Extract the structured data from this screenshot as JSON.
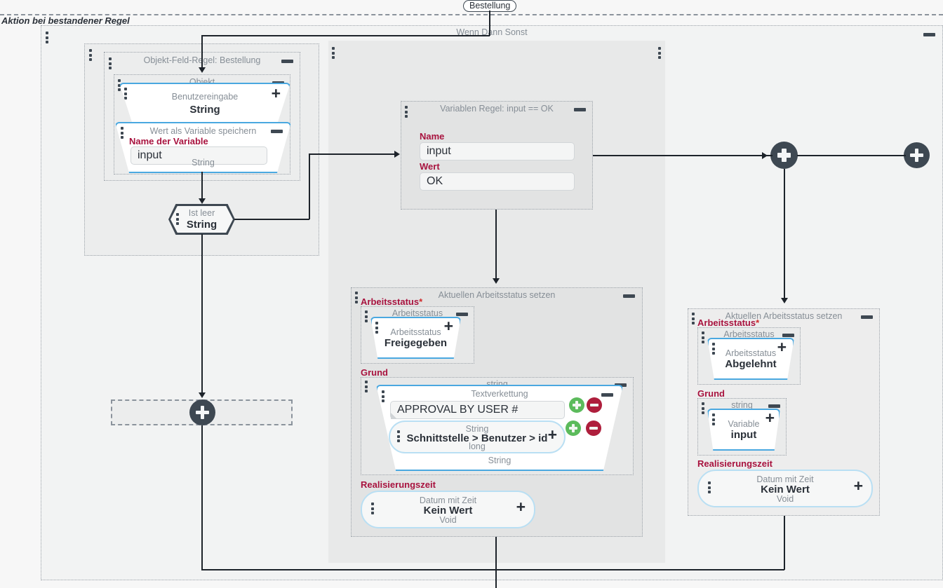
{
  "diagram": {
    "top_chip": "Bestellung",
    "rule_section_label": "Aktion bei bestandener Regel",
    "if_then_else_label": "Wenn Dann Sonst"
  },
  "left_branch": {
    "object_field_rule": {
      "title": "Objekt-Feld-Regel: Bestellung",
      "objekt_group": {
        "title": "Objekt",
        "user_input_block": {
          "sub": "Benutzereingabe",
          "main": "String"
        },
        "store_variable_block": {
          "title": "Wert als Variable speichern",
          "field_label": "Name der Variable",
          "field_value": "input",
          "footer": "String"
        }
      }
    },
    "is_empty_node": {
      "sub": "Ist leer",
      "main": "String"
    },
    "empty_drop_zone": {
      "icon": "plus-icon"
    }
  },
  "variable_rule": {
    "title": "Variablen Regel: input == OK",
    "name_label": "Name",
    "name_value": "input",
    "value_label": "Wert",
    "value_value": "OK"
  },
  "then_action": {
    "title": "Aktuellen Arbeitsstatus setzen",
    "status_label": "Arbeitsstatus",
    "status_required": "*",
    "status_group_title": "Arbeitsstatus",
    "status_block": {
      "sub": "Arbeitsstatus",
      "main": "Freigegeben"
    },
    "reason_label": "Grund",
    "reason_group_title": "string",
    "concat": {
      "title": "Textverkettung",
      "text_value": "APPROVAL BY USER #",
      "operand": {
        "sub": "String",
        "main": "Schnittstelle > Benutzer > id",
        "foot": "long"
      },
      "footer": "String",
      "add_icon": "plus-circle-icon",
      "remove_icon": "minus-circle-icon"
    },
    "realization_label": "Realisierungszeit",
    "realization_block": {
      "sub": "Datum mit Zeit",
      "main": "Kein Wert",
      "foot": "Void"
    }
  },
  "else_action": {
    "title": "Aktuellen Arbeitsstatus setzen",
    "status_label": "Arbeitsstatus",
    "status_required": "*",
    "status_group_title": "Arbeitsstatus",
    "status_block": {
      "sub": "Arbeitsstatus",
      "main": "Abgelehnt"
    },
    "reason_label": "Grund",
    "reason_group_title": "string",
    "reason_block": {
      "sub": "Variable",
      "main": "input"
    },
    "realization_label": "Realisierungszeit",
    "realization_block": {
      "sub": "Datum mit Zeit",
      "main": "Kein Wert",
      "foot": "Void"
    }
  },
  "nodes": {
    "add_node_1": "plus-icon",
    "add_node_2": "plus-icon",
    "add_node_3": "plus-icon"
  },
  "colors": {
    "accent_blue": "#4aa8e0",
    "label_red": "#a8123e",
    "add_green": "#5cbb5c",
    "remove_red": "#ae1e3c",
    "node_dark": "#3e4852",
    "muted_text": "#868e96"
  }
}
